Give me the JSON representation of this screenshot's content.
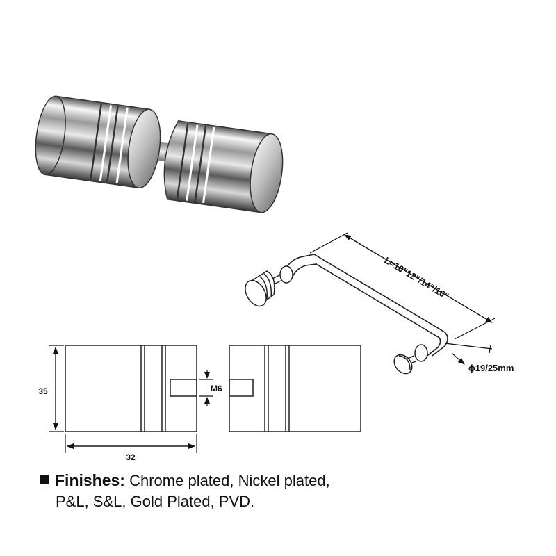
{
  "product_photo": {
    "description_icon": "double-knob-photo"
  },
  "handle_drawing": {
    "length_label": "L=10\"12\"/14\"/16\"",
    "diameter_label": "ϕ19/25mm"
  },
  "dimensions": {
    "height_label": "35",
    "width_label": "32",
    "thread_label": "M6"
  },
  "finishes": {
    "label": "Finishes:",
    "line1": "Chrome plated, Nickel plated,",
    "line2": "P&L, S&L, Gold Plated, PVD."
  },
  "colors": {
    "chrome_dark": "#2a2a2a",
    "chrome_light": "#f4f4f4",
    "line": "#111111"
  }
}
